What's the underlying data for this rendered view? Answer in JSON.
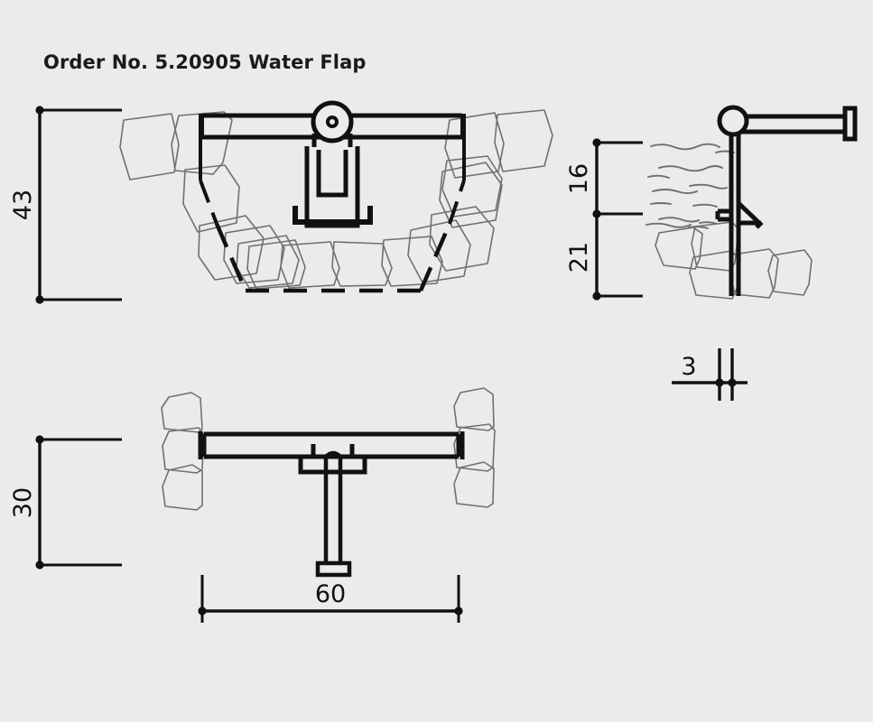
{
  "document": {
    "title": "Order No. 5.20905 Water Flap",
    "background_color": "#ebebeb",
    "line_color": "#111111",
    "stone_color": "#707070",
    "water_color": "#6e6e6e",
    "units_note": ""
  },
  "dimensions": {
    "front_height": "43",
    "side_upper": "16",
    "side_lower": "21",
    "thickness": "3",
    "plan_height": "30",
    "plan_width": "60"
  },
  "views": {
    "front": {
      "name": "front-elevation-view",
      "label": "",
      "dimension_labels": [
        "43"
      ]
    },
    "side": {
      "name": "side-section-view",
      "label": "",
      "dimension_labels": [
        "16",
        "21",
        "3"
      ]
    },
    "plan": {
      "name": "plan-view",
      "label": "",
      "dimension_labels": [
        "30",
        "60"
      ]
    }
  },
  "parts": {
    "pivot_hub": "pivot-hub",
    "beam": "cross-beam",
    "bracket": "u-bracket",
    "flap_plate": "flap-plate",
    "arm": "operating-arm",
    "shaft": "vertical-shaft",
    "foot_plate": "foot-plate",
    "gusset": "triangular-gusset",
    "channel_bed": "channel-bed-dashed-profile",
    "stones": "masonry-stones",
    "water": "water-surface-hatch"
  }
}
